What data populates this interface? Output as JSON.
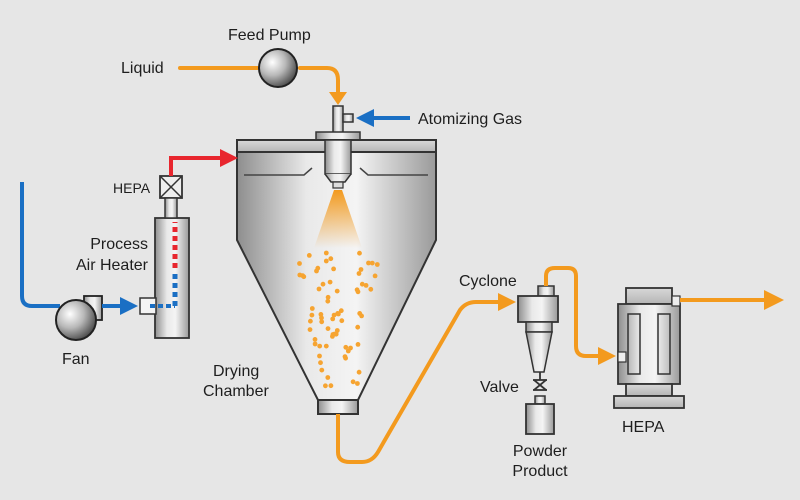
{
  "labels": {
    "feed_pump": "Feed Pump",
    "liquid": "Liquid",
    "atomizing_gas": "Atomizing Gas",
    "hepa_inlet": "HEPA",
    "process_air_heater_line1": "Process",
    "process_air_heater_line2": "Air Heater",
    "fan": "Fan",
    "drying_chamber_line1": "Drying",
    "drying_chamber_line2": "Chamber",
    "cyclone": "Cyclone",
    "valve": "Valve",
    "powder_product_line1": "Powder",
    "powder_product_line2": "Product",
    "hepa_outlet": "HEPA"
  },
  "colors": {
    "background": "#e6e6e6",
    "liquid_line": "#f39a1e",
    "hot_air": "#e8262e",
    "cool_air": "#1a6fc4",
    "metal_dark": "#3a3a3a",
    "droplet": "#f6a431"
  }
}
